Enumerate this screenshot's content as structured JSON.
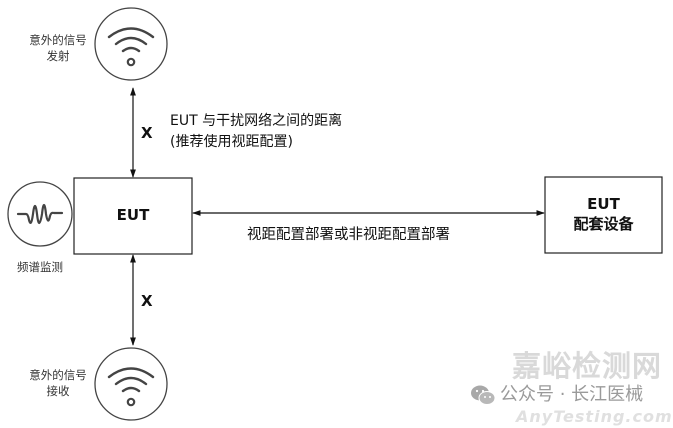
{
  "diagram": {
    "nodes": {
      "signal_emit": {
        "label_line1": "意外的信号",
        "label_line2": "发射",
        "icon": "wifi-icon"
      },
      "spectrum_monitor": {
        "label": "频谱监测",
        "icon": "waveform-icon"
      },
      "eut": {
        "label": "EUT"
      },
      "companion": {
        "label_line1": "EUT",
        "label_line2": "配套设备"
      },
      "signal_receive": {
        "label_line1": "意外的信号",
        "label_line2": "接收",
        "icon": "wifi-icon"
      }
    },
    "edges": {
      "upper_distance": {
        "label": "X"
      },
      "lower_distance": {
        "label": "X"
      },
      "link": {
        "label": "视距配置部署或非视距配置部署"
      }
    },
    "note": {
      "line1": "EUT 与干扰网络之间的距离",
      "line2": "(推荐使用视距配置)"
    },
    "colors": {
      "stroke": "#111111",
      "icon_stroke": "#444444",
      "box_border": "#222222"
    }
  },
  "watermark": {
    "brand": "嘉峪检测网",
    "site": "AnyTesting.com",
    "account": "公众号 · 长江医械",
    "icon": "wechat-icon"
  }
}
